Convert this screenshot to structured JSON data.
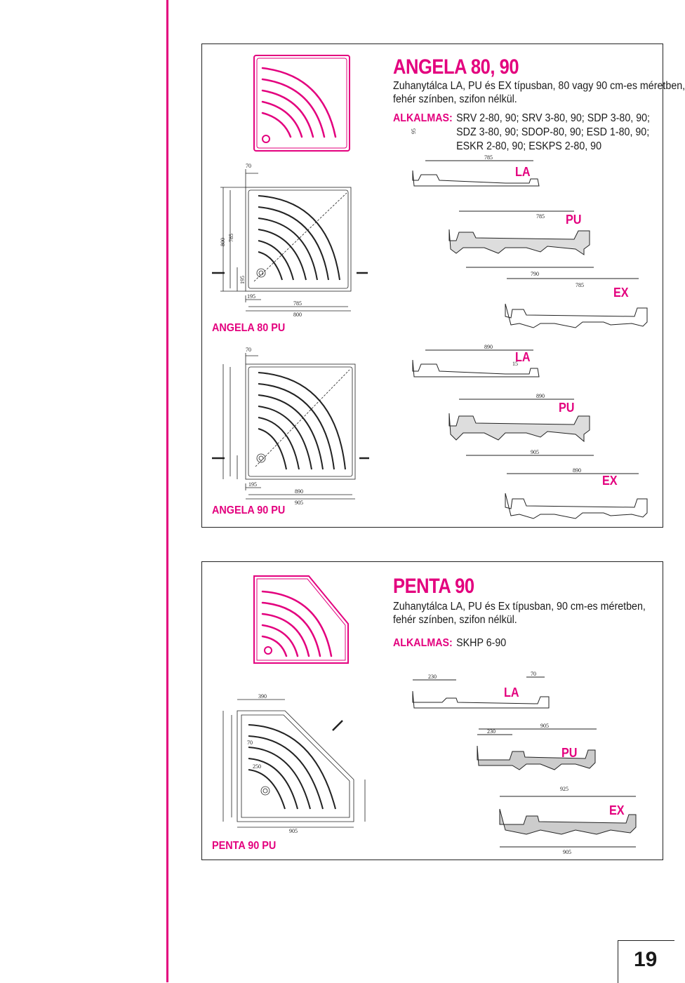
{
  "angela": {
    "title": "ANGELA 80, 90",
    "desc_line1": "Zuhanytálca LA, PU és EX típusban, 80 vagy 90 cm-es méretben,",
    "desc_line2": "fehér színben, szifon nélkül.",
    "apply_label": "ALKALMAS:",
    "apply_line1": "SRV 2-80, 90; SRV 3-80, 90; SDP 3-80, 90;",
    "apply_line2": "SDZ 3-80, 90; SDOP-80, 90; ESD 1-80, 90;",
    "apply_line3": "ESKR 2-80, 90; ESKPS 2-80, 90",
    "model80": "ANGELA 80 PU",
    "model90": "ANGELA 90 PU"
  },
  "penta": {
    "title": "PENTA 90",
    "desc_line1": "Zuhanytálca LA, PU és Ex típusban, 90 cm-es méretben,",
    "desc_line2": "fehér színben, szifon nélkül.",
    "apply_label": "ALKALMAS:",
    "apply_line1": "SKHP 6-90",
    "model": "PENTA 90 PU"
  },
  "profiles": {
    "la": "LA",
    "pu": "PU",
    "ex": "EX"
  },
  "page_number": "19",
  "colors": {
    "accent": "#e3007e",
    "line": "#222222"
  }
}
